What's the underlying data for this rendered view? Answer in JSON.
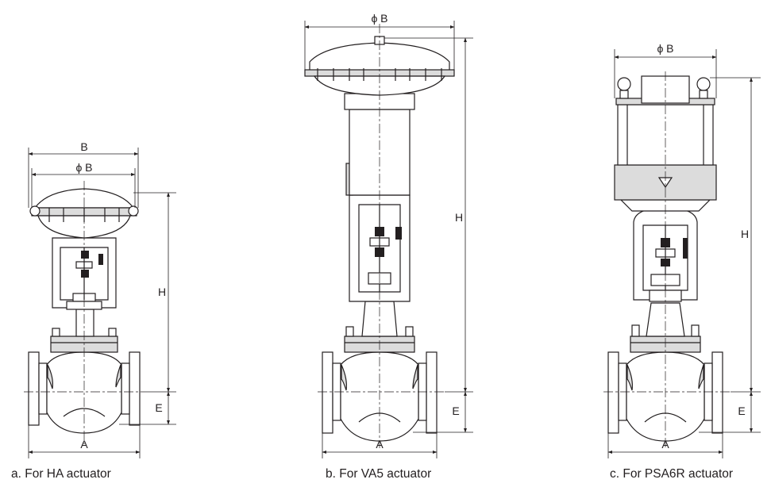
{
  "figures": [
    {
      "id": "a",
      "caption": "a. For HA actuator",
      "dims": {
        "top1": "B",
        "top2": "ϕ B",
        "height": "H",
        "bottom": "A",
        "offset": "E"
      }
    },
    {
      "id": "b",
      "caption": "b. For VA5 actuator",
      "dims": {
        "top": "ϕ B",
        "height": "H",
        "bottom": "A",
        "offset": "E"
      }
    },
    {
      "id": "c",
      "caption": "c. For PSA6R actuator",
      "dims": {
        "top": "ϕ B",
        "height": "H",
        "bottom": "A",
        "offset": "E"
      }
    }
  ]
}
